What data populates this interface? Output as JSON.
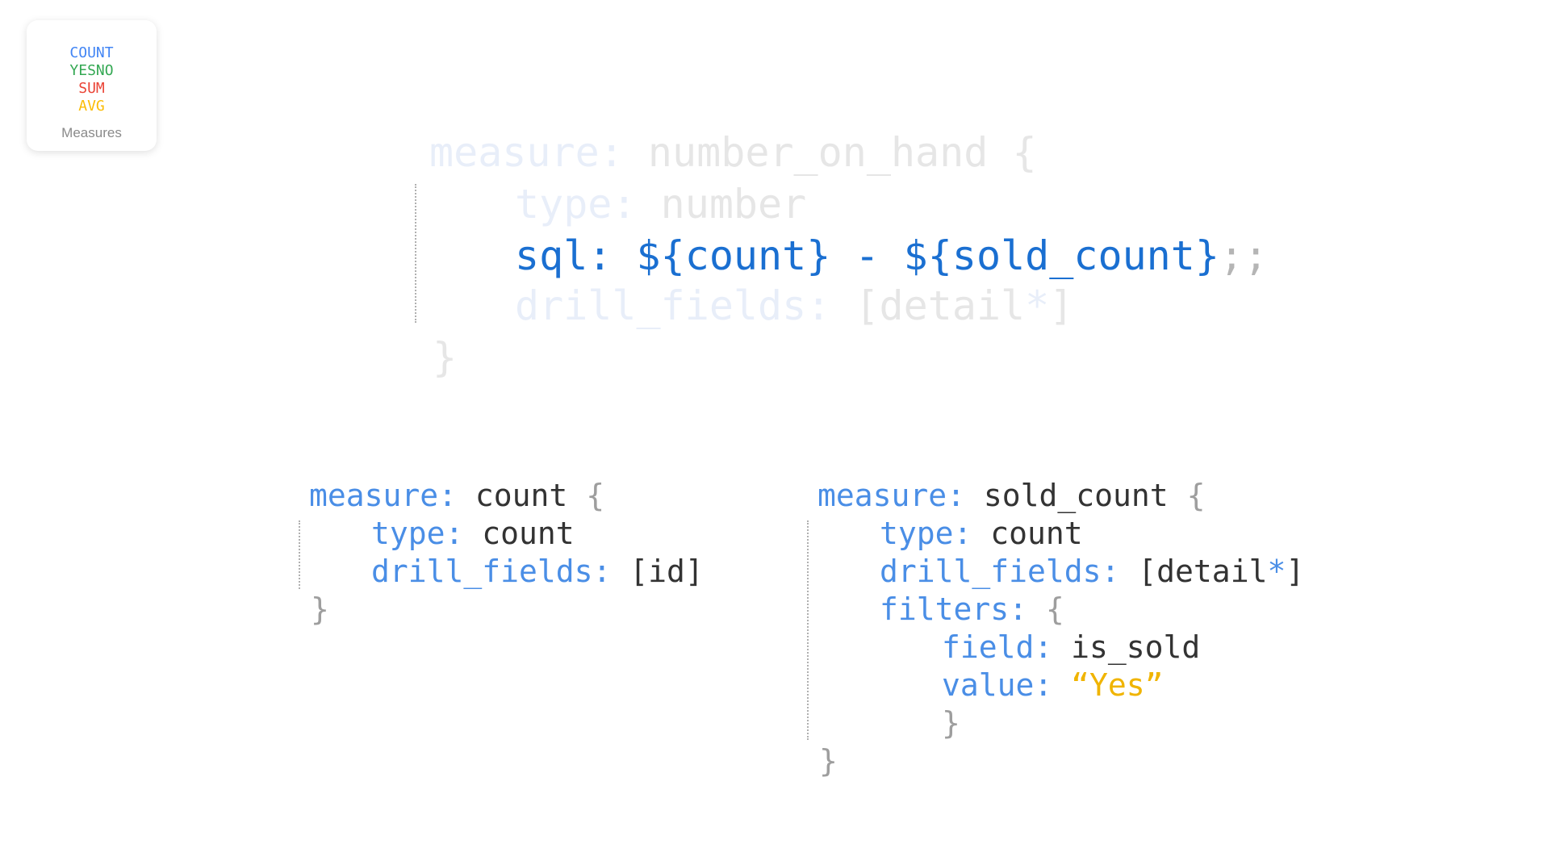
{
  "card": {
    "keywords": [
      {
        "text": "COUNT",
        "color": "#4285f4"
      },
      {
        "text": "YESNO",
        "color": "#34a853"
      },
      {
        "text": "SUM",
        "color": "#ea4335"
      },
      {
        "text": "AVG",
        "color": "#fbbc05"
      }
    ],
    "label": "Measures"
  },
  "top_block": {
    "line1": {
      "key": "measure:",
      "value": " number_on_hand",
      "brace": " {"
    },
    "line2": {
      "key": "type:",
      "value": " number"
    },
    "line3": {
      "key": "sql:",
      "value": " ${count} - ${sold_count}",
      "suffix": ";;"
    },
    "line4": {
      "key": "drill_fields:",
      "value": " [detail",
      "star": "*",
      "close": "]"
    },
    "line5": {
      "brace": "}"
    }
  },
  "left_block": {
    "line1": {
      "key": "measure:",
      "value": " count",
      "brace": " {"
    },
    "line2": {
      "key": "type:",
      "value": " count"
    },
    "line3": {
      "key": "drill_fields:",
      "value": " [id]"
    },
    "line4": {
      "brace": "}"
    }
  },
  "right_block": {
    "line1": {
      "key": "measure:",
      "value": " sold_count",
      "brace": " {"
    },
    "line2": {
      "key": "type:",
      "value": " count"
    },
    "line3": {
      "key": "drill_fields:",
      "value": " [detail",
      "star": "*",
      "close": "]"
    },
    "line4": {
      "key": "filters:",
      "brace": " {"
    },
    "line5": {
      "key": "field:",
      "value": " is_sold"
    },
    "line6": {
      "key": "value:",
      "string": " “Yes”"
    },
    "line7": {
      "brace": "}"
    },
    "line8": {
      "brace": "}"
    }
  }
}
